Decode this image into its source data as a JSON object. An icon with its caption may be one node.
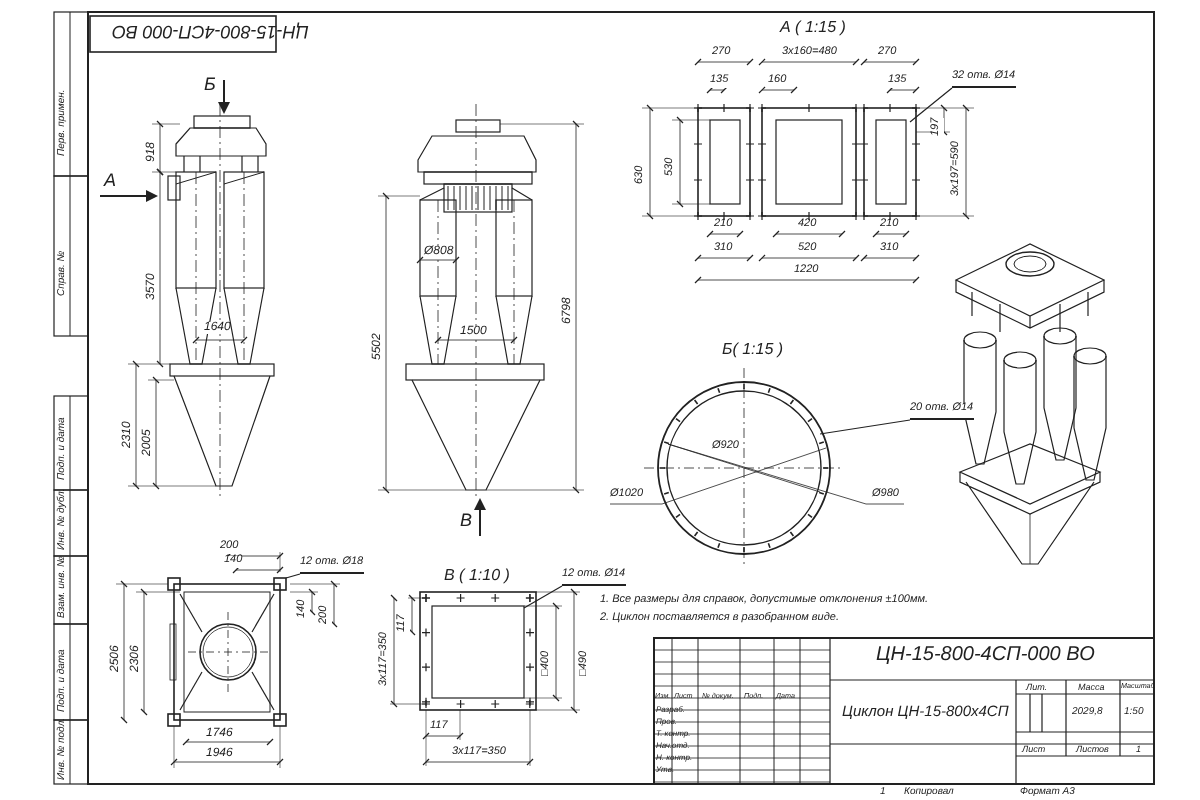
{
  "diagram": {
    "nodes": [
      {
        "text": [
          "12 отв. Ø18"
        ]
      },
      {
        "text": [
          "12 отв. Ø14"
        ]
      },
      {
        "text": [
          "32 отв. Ø14"
        ]
      },
      {
        "text": [
          "20 отв. Ø14"
        ]
      },
      {
        "text": [],
        "shape": "box"
      }
    ],
    "edges": [
      {
        "from": 0,
        "to": 4,
        "arrow": "none"
      },
      {
        "from": 1,
        "to": null,
        "arrow": "none"
      },
      {
        "from": 2,
        "to": null,
        "arrow": "none"
      },
      {
        "from": 3,
        "to": null,
        "arrow": "none"
      }
    ],
    "labels": [
      "ЦН-15-800-4СП-000 ВО",
      "Перв. примен.",
      "Справ. №",
      "Подп. и дата",
      "Инв. № дубл.",
      "Взам. инв. №",
      "Подп. и дата",
      "Инв. № подл.",
      "Б",
      "А",
      "918",
      "3570",
      "1640",
      "2310",
      "2005",
      "5502",
      "Ø808",
      "1500",
      "6798",
      "В",
      "200",
      "140",
      "140",
      "200",
      "2506",
      "2306",
      "1746",
      "1946",
      "В ( 1:10 )",
      "117",
      "3x117=350",
      "□400",
      "□490",
      "117",
      "3x117=350",
      "А ( 1:15 )",
      "270",
      "3x160=480",
      "270",
      "135",
      "160",
      "135",
      "630",
      "530",
      "197",
      "3x197=590",
      "210",
      "420",
      "210",
      "310",
      "520",
      "310",
      "1220",
      "Б( 1:15 )",
      "Ø920",
      "Ø1020",
      "Ø980",
      "1. Все размеры для справок, допустимые отклонения ±100мм.",
      "2. Циклон поставляется в разобранном виде.",
      "ЦН-15-800-4СП-000 ВО",
      "Циклон ЦН-15-800х4СП",
      "Лит.",
      "Масса",
      "Масштаб",
      "2029,8",
      "1:50",
      "Лист",
      "Листов",
      "1",
      "Изм.",
      "Лист",
      "№ докум.",
      "Подп.",
      "Дата",
      "Разраб.",
      "Пров.",
      "Т. контр.",
      "Нач.отд.",
      "Н. контр.",
      "Утв.",
      "1",
      "Копировал",
      "Формат А3"
    ]
  }
}
